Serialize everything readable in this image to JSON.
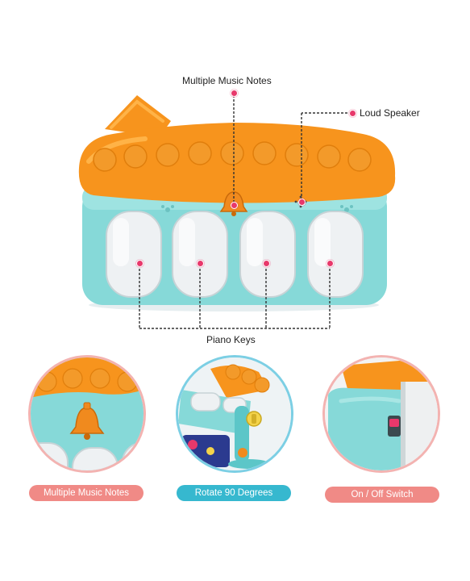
{
  "callouts": {
    "music_notes": "Multiple Music Notes",
    "loud_speaker": "Loud Speaker",
    "piano_keys": "Piano Keys"
  },
  "features": [
    {
      "label": "Multiple Music Notes",
      "color": "#f08a86"
    },
    {
      "label": "Rotate 90 Degrees",
      "color": "#36b8cf"
    },
    {
      "label": "On / Off Switch",
      "color": "#f08a86"
    }
  ],
  "colors": {
    "accent_dot": "#e8386b",
    "roof_orange": "#f7941d",
    "body_teal": "#7fd6d6",
    "key_white": "#f1f3f4",
    "ring_pink": "#f3b3b1",
    "ring_blue": "#7ccfe4"
  },
  "icons": [
    "bell-icon",
    "speaker-grille-icon"
  ]
}
